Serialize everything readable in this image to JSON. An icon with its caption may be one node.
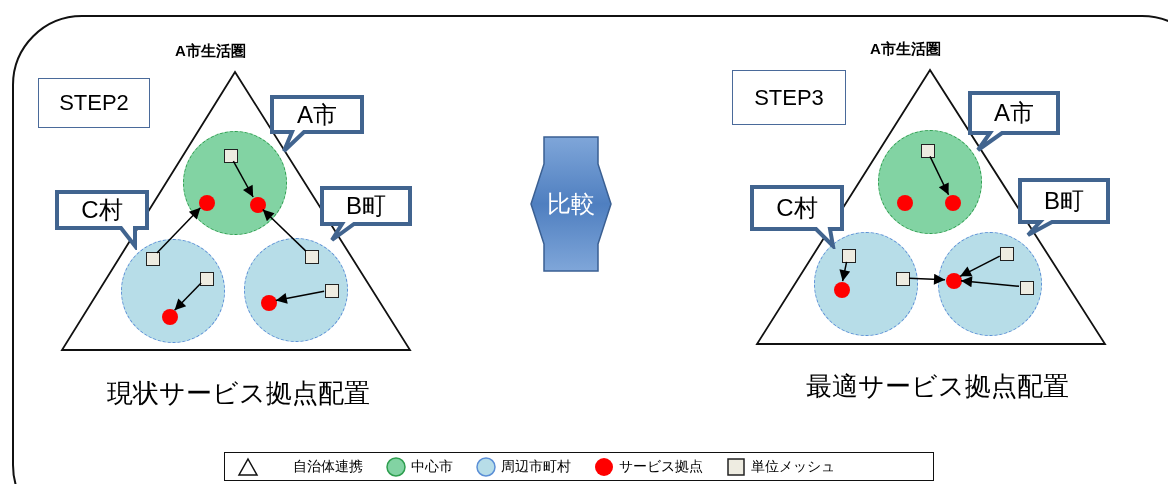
{
  "diagram": {
    "nodes": [
      {
        "text": [
          "A市生活圏"
        ],
        "beside": [
          "現状サービス拠点配置"
        ]
      },
      {
        "text": [
          "STEP2"
        ]
      },
      {
        "text": [
          "A市"
        ]
      },
      {
        "text": [
          "C村"
        ]
      },
      {
        "text": [
          "B町"
        ]
      },
      {
        "text": [],
        "shape": "circle",
        "in": 0
      },
      {
        "text": [],
        "shape": "circle",
        "in": 0
      },
      {
        "text": [],
        "shape": "circle",
        "in": 0
      },
      {
        "text": [],
        "shape": "box",
        "in": 5
      },
      {
        "text": [],
        "shape": "circle",
        "in": 5
      },
      {
        "text": [],
        "shape": "circle",
        "in": 5
      },
      {
        "text": [],
        "shape": "box",
        "in": 6
      },
      {
        "text": [],
        "shape": "box",
        "in": 6
      },
      {
        "text": [],
        "shape": "circle",
        "in": 6
      },
      {
        "text": [],
        "shape": "box",
        "in": 7
      },
      {
        "text": [],
        "shape": "box",
        "in": 7
      },
      {
        "text": [],
        "shape": "circle",
        "in": 7
      },
      {
        "text": [
          "比較"
        ]
      },
      {
        "text": [
          "A市生活圏"
        ],
        "beside": [
          "最適サービス拠点配置"
        ]
      },
      {
        "text": [
          "STEP3"
        ]
      },
      {
        "text": [
          "A市"
        ]
      },
      {
        "text": [
          "C村"
        ]
      },
      {
        "text": [
          "B町"
        ]
      },
      {
        "text": [],
        "shape": "circle",
        "in": 18
      },
      {
        "text": [],
        "shape": "circle",
        "in": 18
      },
      {
        "text": [],
        "shape": "circle",
        "in": 18
      },
      {
        "text": [],
        "shape": "box",
        "in": 23
      },
      {
        "text": [],
        "shape": "circle",
        "in": 23
      },
      {
        "text": [],
        "shape": "circle",
        "in": 23
      },
      {
        "text": [],
        "shape": "box",
        "in": 24
      },
      {
        "text": [],
        "shape": "box",
        "in": 24
      },
      {
        "text": [],
        "shape": "circle",
        "in": 24
      },
      {
        "text": [],
        "shape": "box",
        "in": 25
      },
      {
        "text": [],
        "shape": "box",
        "in": 25
      },
      {
        "text": [],
        "shape": "circle",
        "in": 25
      }
    ],
    "edges": [
      {
        "from": 8,
        "to": 10,
        "arrow": "to"
      },
      {
        "from": 11,
        "to": 9,
        "arrow": "to"
      },
      {
        "from": 12,
        "to": 13,
        "arrow": "to"
      },
      {
        "from": 14,
        "to": 10,
        "arrow": "to"
      },
      {
        "from": 15,
        "to": 16,
        "arrow": "to"
      },
      {
        "from": 26,
        "to": 28,
        "arrow": "to"
      },
      {
        "from": 29,
        "to": 31,
        "arrow": "to"
      },
      {
        "from": 30,
        "to": 34,
        "arrow": "to"
      },
      {
        "from": 32,
        "to": 34,
        "arrow": "to"
      },
      {
        "from": 33,
        "to": 34,
        "arrow": "to"
      }
    ],
    "legend": [
      {
        "text": "自治体連携"
      },
      {
        "text": "中心市",
        "color": "#82d3a3"
      },
      {
        "text": "周辺市町村",
        "color": "#b7dde8"
      },
      {
        "text": "サービス拠点",
        "color": "#ff0000"
      },
      {
        "text": "単位メッシュ",
        "color": "#eeece1"
      }
    ]
  }
}
